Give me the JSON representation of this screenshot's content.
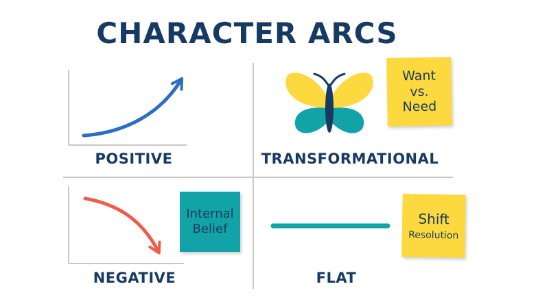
{
  "title": "CHARACTER ARCS",
  "quadrants": {
    "positive": {
      "label": "POSITIVE"
    },
    "transformational": {
      "label": "TRANSFORMATIONAL"
    },
    "negative": {
      "label": "NEGATIVE"
    },
    "flat": {
      "label": "FLAT"
    }
  },
  "notes": {
    "want_need": {
      "lines": [
        "Want",
        "vs.",
        "Need"
      ],
      "color": "#fcd93f"
    },
    "internal_belief": {
      "lines": [
        "Internal",
        "Belief"
      ],
      "color": "#12a3a8"
    },
    "shift_resolution": {
      "lines": [
        "Shift",
        "Resolution"
      ],
      "color": "#fcd93f"
    }
  },
  "icons": {
    "positive_arrow": "rising-arrow-icon",
    "negative_arrow": "falling-arrow-icon",
    "butterfly": "butterfly-icon"
  },
  "colors": {
    "navy": "#173a63",
    "blue": "#2a6fc2",
    "coral": "#ef5b4d",
    "teal": "#12a3a8",
    "yellow": "#fcd93f",
    "grey": "#c8c8c8"
  }
}
